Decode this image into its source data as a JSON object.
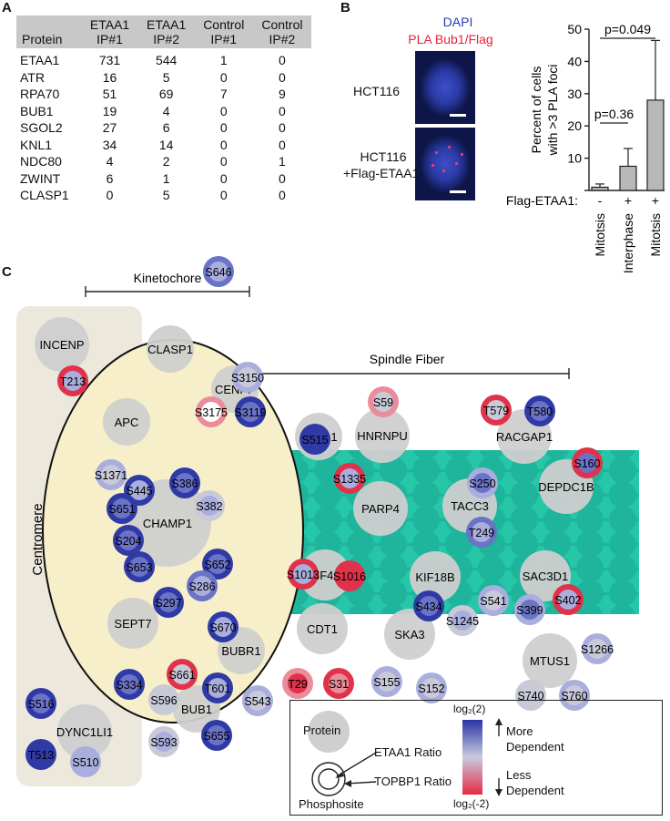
{
  "panels": {
    "a": "A",
    "b": "B",
    "c": "C"
  },
  "table": {
    "headers": [
      [
        "",
        "Protein"
      ],
      [
        "ETAA1",
        "IP#1"
      ],
      [
        "ETAA1",
        "IP#2"
      ],
      [
        "Control",
        "IP#1"
      ],
      [
        "Control",
        "IP#2"
      ]
    ],
    "rows": [
      [
        "ETAA1",
        "731",
        "544",
        "1",
        "0"
      ],
      [
        "ATR",
        "16",
        "5",
        "0",
        "0"
      ],
      [
        "RPA70",
        "51",
        "69",
        "7",
        "9"
      ],
      [
        "BUB1",
        "19",
        "4",
        "0",
        "0"
      ],
      [
        "SGOL2",
        "27",
        "6",
        "0",
        "0"
      ],
      [
        "KNL1",
        "34",
        "14",
        "0",
        "0"
      ],
      [
        "NDC80",
        "4",
        "2",
        "0",
        "1"
      ],
      [
        "ZWINT",
        "6",
        "1",
        "0",
        "0"
      ],
      [
        "CLASP1",
        "0",
        "5",
        "0",
        "0"
      ]
    ]
  },
  "micro": {
    "title_line1": "DAPI",
    "title_line2": "PLA Bub1/Flag",
    "label1": "HCT116",
    "label2_line1": "HCT116",
    "label2_line2": "+Flag-ETAA1"
  },
  "colors": {
    "dapi": "#2a3ab0",
    "pla": "#e8213a",
    "bar": "#b8b8b8",
    "blue": "#2f3aa6",
    "red": "#e0324a"
  },
  "chart_data": {
    "type": "bar",
    "categories": [
      "Mitotsis",
      "Interphase",
      "Mitotsis"
    ],
    "flag_values": [
      "-",
      "+",
      "+"
    ],
    "flag_label": "Flag-ETAA1:",
    "values": [
      1,
      7.5,
      28
    ],
    "errors": [
      1,
      5.5,
      18.5
    ],
    "ylabel": "Percent of cells with >3 PLA foci",
    "ylim": [
      0,
      50
    ],
    "yticks": [
      0,
      10,
      20,
      30,
      40,
      50
    ],
    "annotations": [
      {
        "text": "p=0.36",
        "between": [
          0,
          1
        ]
      },
      {
        "text": "p=0.049",
        "between": [
          0,
          2
        ]
      }
    ]
  },
  "diagram": {
    "kinetochore_label": "Kinetochore",
    "spindle_label": "Spindle Fiber",
    "centromere_label": "Centromere",
    "proteins": [
      "INCENP",
      "CLASP1",
      "CENPF",
      "APC",
      "CHAMP1",
      "SEPT7",
      "BUBR1",
      "BUB1",
      "DYNC1LI1",
      "SPDL1",
      "HNRNPU",
      "RACGAP1",
      "PARP4",
      "TACC3",
      "DEPDC1B",
      "KIF4A",
      "KIF18B",
      "SAC3D1",
      "CDT1",
      "SKA3",
      "MTUS1"
    ],
    "sites": [
      "T213",
      "S646",
      "S3150",
      "S3175",
      "S3119",
      "S1371",
      "S445",
      "S386",
      "S651",
      "S382",
      "S204",
      "S652",
      "S653",
      "S286",
      "S297",
      "S670",
      "S334",
      "S661",
      "T601",
      "S596",
      "S543",
      "S593",
      "S655",
      "S516",
      "T513",
      "S510",
      "S515",
      "S59",
      "T579",
      "T580",
      "S1335",
      "S250",
      "S160",
      "T249",
      "S1013",
      "S1016",
      "S434",
      "S402",
      "S541",
      "S399",
      "S1245",
      "T29",
      "S31",
      "S155",
      "S152",
      "S1266",
      "S740",
      "S760"
    ]
  },
  "legend": {
    "protein": "Protein",
    "etaa1_ratio": "ETAA1 Ratio",
    "topbp1_ratio": "TOPBP1 Ratio",
    "phosphosite": "Phosphosite",
    "top_label": "log₂(2)",
    "bottom_label": "log₂(-2)",
    "more_line1": "More",
    "more_line2": "Dependent",
    "less_line1": "Less",
    "less_line2": "Dependent"
  }
}
